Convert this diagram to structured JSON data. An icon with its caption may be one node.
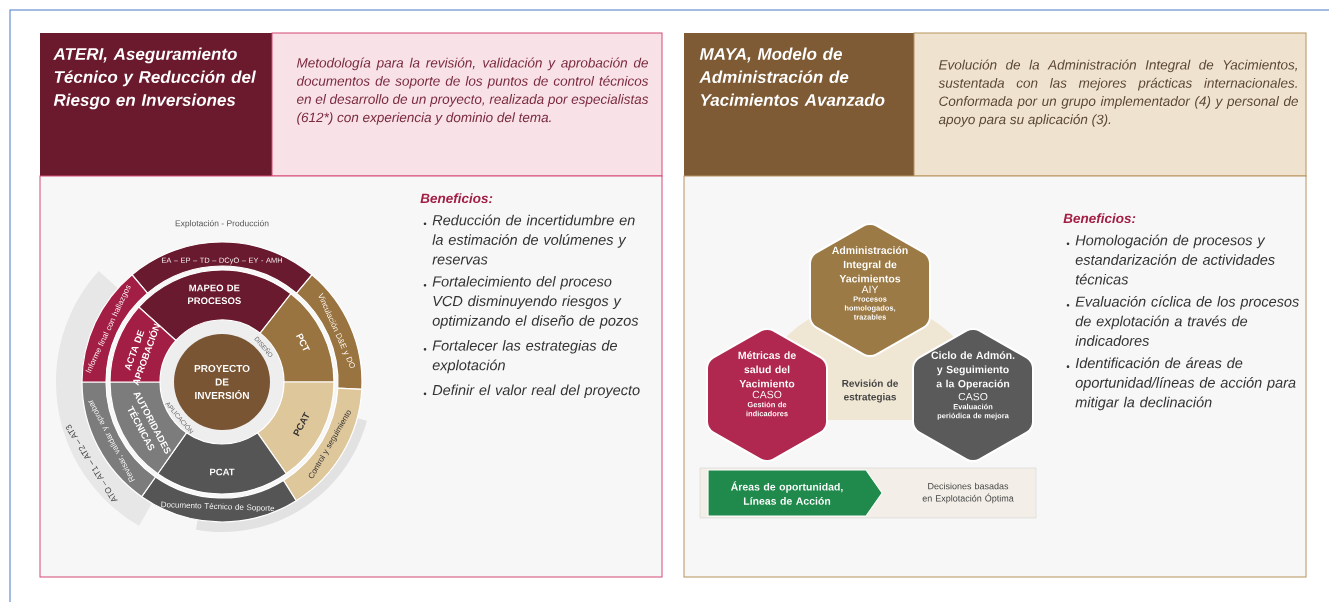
{
  "diagram": {
    "nodes": [
      {
        "text": [
          "ATERI, Aseguramiento Técnico y Reducción del Riesgo en Inversiones"
        ]
      },
      {
        "text": [
          "Metodología para la revisión, validación y aprobación de documentos de soporte de los puntos de control técnicos en el desarrollo de un proyecto, realizada por especialistas (612*) con experiencia y dominio del tema."
        ]
      },
      {
        "text": [
          "Beneficios:",
          "Reducción de incertidumbre en la estimación de volúmenes y reservas",
          "Fortalecimiento del proceso VCD disminuyendo riesgos y optimizando el diseño de pozos",
          "Fortalecer las estrategias de explotación",
          "Definir el valor real del proyecto"
        ]
      },
      {
        "text": [
          "PROYECTO DE INVERSIÓN"
        ],
        "in": 2
      },
      {
        "text": [
          "MAPEO DE PROCESOS"
        ],
        "in": 2
      },
      {
        "text": [
          "PCT"
        ],
        "in": 2
      },
      {
        "text": [
          "PCAT"
        ],
        "in": 2
      },
      {
        "text": [
          "PCAT"
        ],
        "in": 2
      },
      {
        "text": [
          "AUTORIDADES TÉCNICAS"
        ],
        "in": 2
      },
      {
        "text": [
          "ACTA DE APROBACIÓN"
        ],
        "in": 2
      },
      {
        "text": [
          "EA – EP – TD – DCyO – EY - AMH"
        ],
        "in": 2
      },
      {
        "text": [
          "Vinculación D&E y DO"
        ],
        "in": 2
      },
      {
        "text": [
          "Control y seguimiento"
        ],
        "in": 2
      },
      {
        "text": [
          "Documento Técnico de Soporte"
        ],
        "in": 2
      },
      {
        "text": [
          "Revisar, validar y aprobar"
        ],
        "in": 2
      },
      {
        "text": [
          "Informe final con hallazgos"
        ],
        "in": 2
      },
      {
        "text": [
          "MAYA, Modelo de Administración de Yacimientos Avanzado"
        ]
      },
      {
        "text": [
          "Evolución de la Administración Integral de Yacimientos, sustentada con las mejores prácticas internacionales. Conformada por un grupo implementador (4) y personal de apoyo para su aplicación (3)."
        ]
      },
      {
        "text": [
          "Beneficios:",
          "Homologación de procesos y estandarización de actividades técnicas",
          "Evaluación cíclica de los procesos de explotación a través de indicadores",
          "Identificación de áreas de oportunidad/líneas de acción para mitigar la declinación"
        ]
      },
      {
        "text": [
          "Administración Integral de Yacimientos",
          "AIY",
          "Procesos homologados, trazables"
        ],
        "in": 18
      },
      {
        "text": [
          "Métricas de salud del Yacimiento",
          "CASO",
          "Gestión de indicadores"
        ],
        "in": 18
      },
      {
        "text": [
          "Ciclo de Admón. y Seguimiento a la Operación",
          "CASO",
          "Evaluación periódica de mejora"
        ],
        "in": 18
      },
      {
        "text": [
          "Áreas de oportunidad, Líneas de Acción"
        ],
        "in": 23
      },
      {
        "text": [
          "Decisiones basadas en Explotación Óptima"
        ],
        "in": 18
      }
    ],
    "labels": [
      "Explotación - Producción",
      "ATO – AT1 – AT2 – AT3",
      "DISEÑO",
      "APLICACIÓN",
      "Revisión de estrategias"
    ]
  }
}
